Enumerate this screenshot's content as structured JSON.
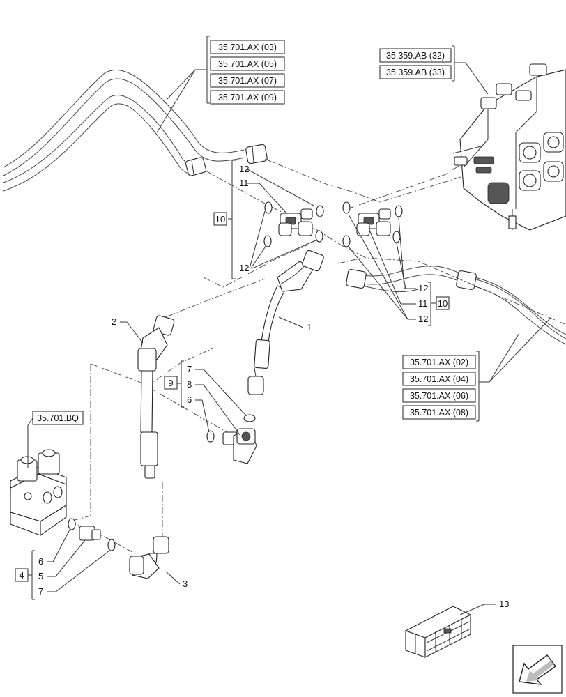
{
  "refs_top_left": [
    "35.701.AX (03)",
    "35.701.AX (05)",
    "35.701.AX (07)",
    "35.701.AX (09)"
  ],
  "refs_top_right": [
    "35.359.AB (32)",
    "35.359.AB (33)"
  ],
  "refs_right": [
    "35.701.AX (02)",
    "35.701.AX (04)",
    "35.701.AX (06)",
    "35.701.AX (08)"
  ],
  "ref_bq": "35.701.BQ",
  "callouts": {
    "c1": "1",
    "c2": "2",
    "c3": "3",
    "c4": "4",
    "c5": "5",
    "c6a": "6",
    "c6b": "6",
    "c7a": "7",
    "c7b": "7",
    "c8": "8",
    "c9": "9",
    "c10a": "10",
    "c10b": "10",
    "c11a": "11",
    "c11b": "11",
    "c12a": "12",
    "c12b": "12",
    "c12c": "12",
    "c12d": "12",
    "c13": "13"
  },
  "icons": [
    "valve-block",
    "solenoid-valve",
    "crate-icon",
    "direction-arrow-icon"
  ]
}
